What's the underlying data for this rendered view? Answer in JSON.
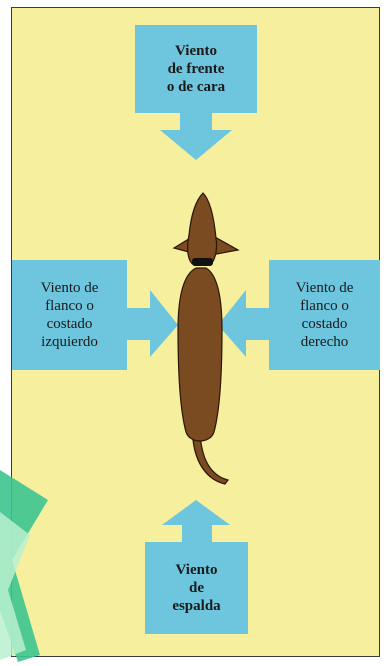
{
  "wind_labels": {
    "front": [
      "Viento",
      "de frente",
      "o de cara"
    ],
    "left": [
      "Viento de",
      "flanco o",
      "costado",
      "izquierdo"
    ],
    "right": [
      "Viento de",
      "flanco o",
      "costado",
      "derecho"
    ],
    "back": [
      "Viento",
      "de",
      "espalda"
    ]
  },
  "colors": {
    "background": "#f6ef9e",
    "box_fill": "#6ec5de",
    "arrow_fill": "#6ec5de",
    "dog_body": "#7a4a20",
    "collar": "#111111",
    "frame_border": "#3a3a3a",
    "corner_decoration": "#32c08a"
  },
  "icons": {
    "subject": "dog-top-view-icon",
    "arrows": [
      "arrow-down-icon",
      "arrow-right-icon",
      "arrow-left-icon",
      "arrow-up-icon"
    ]
  }
}
